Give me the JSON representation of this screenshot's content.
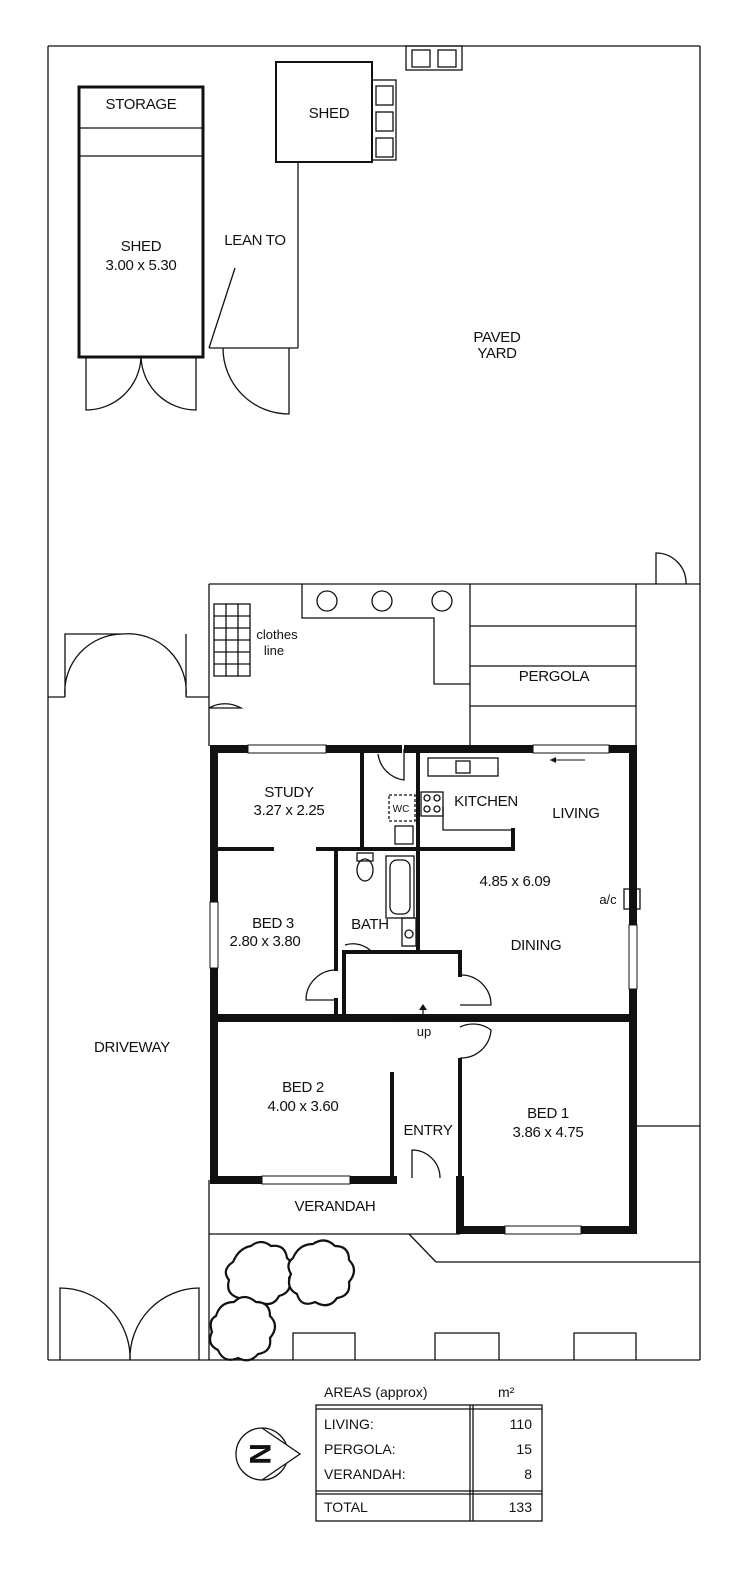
{
  "rooms": {
    "storage": "STORAGE",
    "shed_main": "SHED",
    "shed_main_size": "3.00 x 5.30",
    "lean_to": "LEAN TO",
    "shed_small": "SHED",
    "paved_yard_1": "PAVED",
    "paved_yard_2": "YARD",
    "clothes_line_1": "clothes",
    "clothes_line_2": "line",
    "pergola": "PERGOLA",
    "study": "STUDY",
    "study_size": "3.27 x 2.25",
    "wc": "WC",
    "kitchen": "KITCHEN",
    "living": "LIVING",
    "living_size": "4.85 x 6.09",
    "ac": "a/c",
    "dining": "DINING",
    "bed3": "BED 3",
    "bed3_size": "2.80 x 3.80",
    "bath": "BATH",
    "up": "up",
    "driveway": "DRIVEWAY",
    "bed2": "BED 2",
    "bed2_size": "4.00 x 3.60",
    "entry": "ENTRY",
    "bed1": "BED 1",
    "bed1_size": "3.86 x 4.75",
    "verandah": "VERANDAH"
  },
  "areas": {
    "heading": "AREAS (approx)",
    "unit": "m²",
    "rows": [
      {
        "label": "LIVING:",
        "value": "110"
      },
      {
        "label": "PERGOLA:",
        "value": "15"
      },
      {
        "label": "VERANDAH:",
        "value": "8"
      }
    ],
    "total_label": "TOTAL",
    "total_value": "133"
  },
  "compass": {
    "letter": "N",
    "icon": "north-arrow-icon"
  }
}
